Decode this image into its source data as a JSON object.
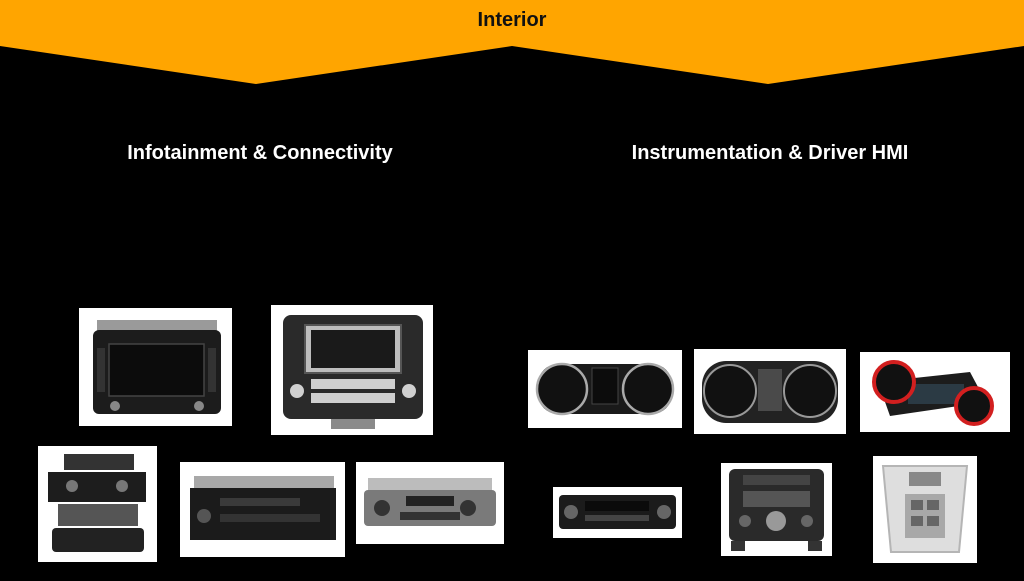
{
  "banner": {
    "title": "Interior",
    "color": "#FFA500"
  },
  "sections": {
    "infotainment": {
      "heading": "Infotainment & Connectivity"
    },
    "instrumentation": {
      "heading": "Instrumentation & Driver HMI"
    }
  },
  "colors": {
    "background": "#000000",
    "heading_text": "#FFFFFF",
    "accent_red": "#D21F1F"
  }
}
